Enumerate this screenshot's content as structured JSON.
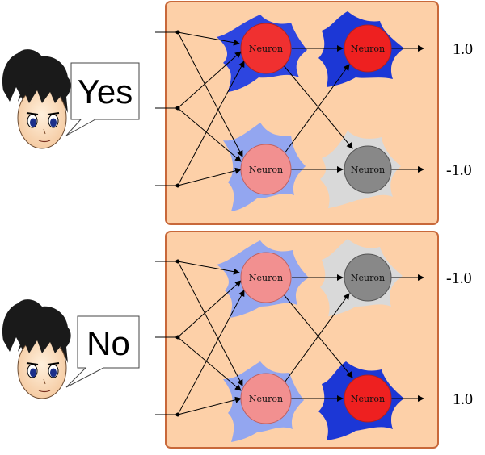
{
  "colors": {
    "panel_fill": "#fdd0a8",
    "panel_stroke": "#c8683a",
    "active_neuron": "#f03030",
    "weak_neuron": "#f29090",
    "inactive_neuron": "#888888",
    "active_blob": "#2d45e0",
    "weak_blob": "#93a6f0",
    "inactive_blob": "#d9d9d9"
  },
  "panels": [
    {
      "bubble_text": "Yes",
      "neuron_labels": [
        "Neuron",
        "Neuron",
        "Neuron",
        "Neuron"
      ],
      "outputs": [
        "1.0",
        "-1.0"
      ]
    },
    {
      "bubble_text": "No",
      "neuron_labels": [
        "Neuron",
        "Neuron",
        "Neuron",
        "Neuron"
      ],
      "outputs": [
        "-1.0",
        "1.0"
      ]
    }
  ]
}
